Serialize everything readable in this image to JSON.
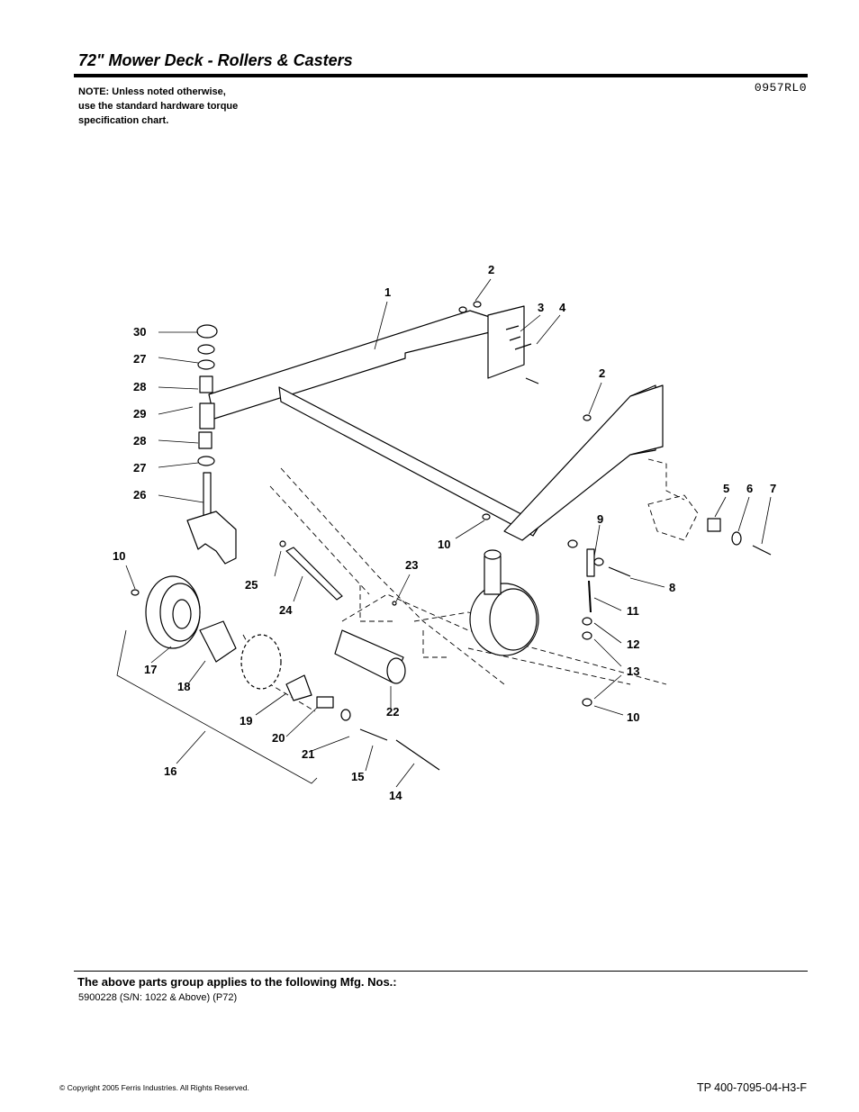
{
  "header": {
    "title": "72\" Mower Deck - Rollers & Casters",
    "note": "NOTE: Unless noted otherwise,\nuse the standard hardware torque\nspecification chart.",
    "drawing_code": "0957RL0"
  },
  "callouts": [
    {
      "id": "c1",
      "label": "1"
    },
    {
      "id": "c2a",
      "label": "2"
    },
    {
      "id": "c2b",
      "label": "2"
    },
    {
      "id": "c3",
      "label": "3"
    },
    {
      "id": "c4",
      "label": "4"
    },
    {
      "id": "c5",
      "label": "5"
    },
    {
      "id": "c6",
      "label": "6"
    },
    {
      "id": "c7",
      "label": "7"
    },
    {
      "id": "c8",
      "label": "8"
    },
    {
      "id": "c9",
      "label": "9"
    },
    {
      "id": "c10a",
      "label": "10"
    },
    {
      "id": "c10b",
      "label": "10"
    },
    {
      "id": "c10c",
      "label": "10"
    },
    {
      "id": "c11",
      "label": "11"
    },
    {
      "id": "c12",
      "label": "12"
    },
    {
      "id": "c13",
      "label": "13"
    },
    {
      "id": "c14",
      "label": "14"
    },
    {
      "id": "c15",
      "label": "15"
    },
    {
      "id": "c16",
      "label": "16"
    },
    {
      "id": "c17",
      "label": "17"
    },
    {
      "id": "c18",
      "label": "18"
    },
    {
      "id": "c19",
      "label": "19"
    },
    {
      "id": "c20",
      "label": "20"
    },
    {
      "id": "c21",
      "label": "21"
    },
    {
      "id": "c22",
      "label": "22"
    },
    {
      "id": "c23",
      "label": "23"
    },
    {
      "id": "c24",
      "label": "24"
    },
    {
      "id": "c25",
      "label": "25"
    },
    {
      "id": "c26",
      "label": "26"
    },
    {
      "id": "c27a",
      "label": "27"
    },
    {
      "id": "c27b",
      "label": "27"
    },
    {
      "id": "c28a",
      "label": "28"
    },
    {
      "id": "c28b",
      "label": "28"
    },
    {
      "id": "c29",
      "label": "29"
    },
    {
      "id": "c30",
      "label": "30"
    }
  ],
  "footer": {
    "applies_heading": "The above parts group applies to the following Mfg. Nos.:",
    "mfg_number": "5900228 (S/N: 1022 & Above) (P72)",
    "copyright": "© Copyright  2005 Ferris Industries. All Rights Reserved.",
    "document_number": "TP 400-7095-04-H3-F"
  }
}
